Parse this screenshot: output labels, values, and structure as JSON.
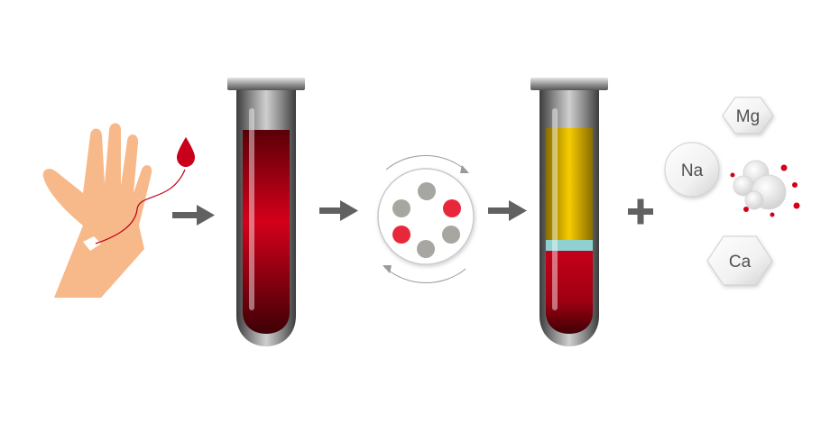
{
  "steps": [
    {
      "id": "blood-draw",
      "icon": "hand-with-iv-line-icon"
    },
    {
      "id": "whole-blood-tube",
      "icon": "test-tube-icon"
    },
    {
      "id": "centrifuge",
      "icon": "centrifuge-rotor-icon"
    },
    {
      "id": "separated-tube",
      "icon": "test-tube-icon"
    },
    {
      "id": "additives",
      "icon": "ion-hexagons-icon"
    }
  ],
  "connectors": [
    "arrow-right-icon",
    "arrow-right-icon",
    "arrow-right-icon",
    "plus-icon"
  ],
  "ions": [
    {
      "label": "Mg",
      "shape": "hexagon"
    },
    {
      "label": "Na",
      "shape": "circle"
    },
    {
      "label": "Ca",
      "shape": "hexagon"
    }
  ],
  "colors": {
    "blood_dark": "#5a0008",
    "blood_bright": "#d4001a",
    "plasma": "#f0c800",
    "buffy_coat": "#8fd0d0",
    "skin": "#f7b98a",
    "arrow": "#616161",
    "rotor_grey": "#a7a6a0",
    "rotor_red": "#e8283a"
  }
}
